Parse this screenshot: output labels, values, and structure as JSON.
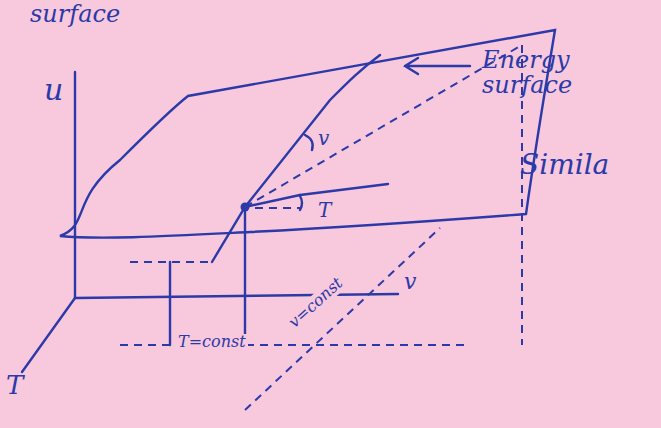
{
  "diagram": {
    "labels": [
      "surface",
      "u",
      "Energy surface",
      "v",
      "T",
      "Simila",
      "T",
      "v",
      "T=const",
      "v=const"
    ]
  }
}
